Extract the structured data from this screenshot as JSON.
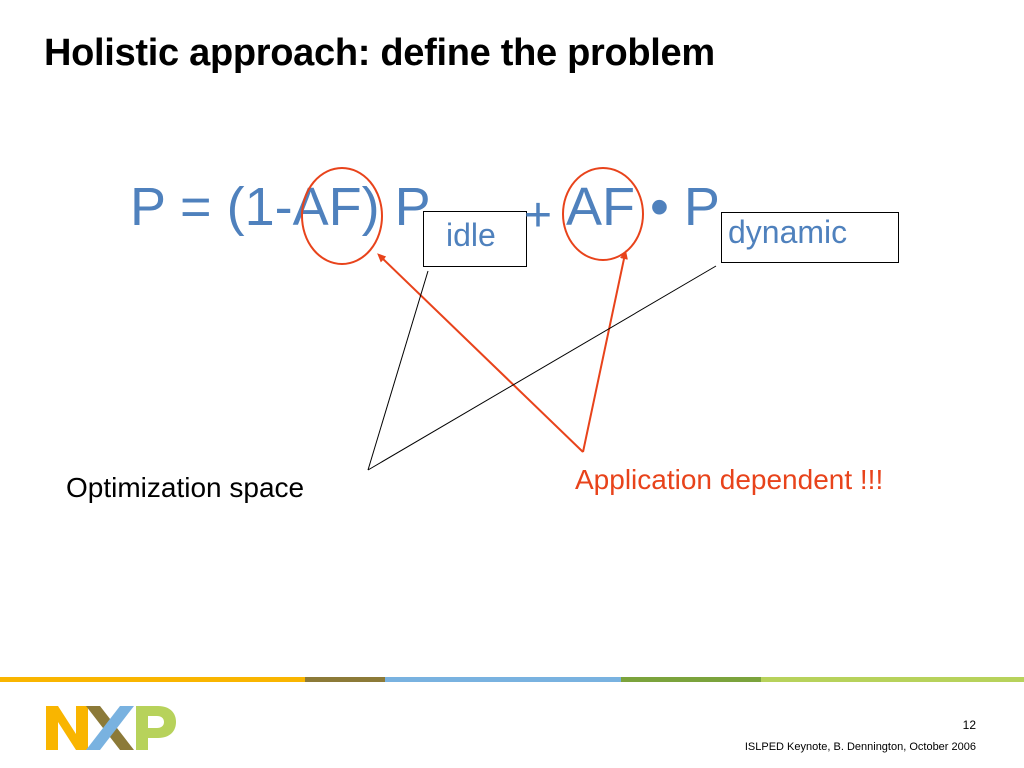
{
  "slide": {
    "title": "Holistic approach: define the problem",
    "equation": {
      "lhs": "P = (1-AF) P",
      "sub_idle": "idle",
      "plus": "+",
      "af": "AF • P",
      "sub_dynamic": "dynamic"
    },
    "label_optimization": "Optimization space",
    "label_application": "Application dependent !!!",
    "slide_number": "12",
    "footer_text": "ISLPED Keynote, B. Dennington, October 2006"
  },
  "colors": {
    "equation_blue": "#4f81bd",
    "accent_red": "#e8431b",
    "nxp_yellow": "#f9b500",
    "nxp_olive": "#8c7a38",
    "nxp_blue": "#79b2e0",
    "nxp_green": "#7ba33c",
    "footer_light_green": "#b7d25b"
  },
  "logo": {
    "icon": "nxp-logo"
  }
}
